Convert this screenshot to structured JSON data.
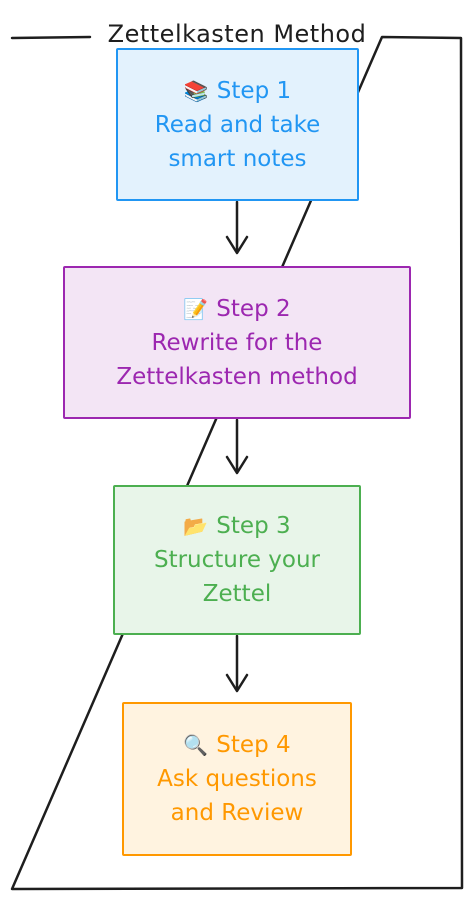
{
  "title": "Zettelkasten Method",
  "steps": [
    {
      "id": "step1",
      "icon": "books-icon",
      "glyph": "📚",
      "heading": "Step 1",
      "lines": [
        "Read and take",
        "smart notes"
      ],
      "stroke": "#2196f3",
      "fill": "#e3f2fd",
      "text": "#2196f3"
    },
    {
      "id": "step2",
      "icon": "memo-icon",
      "glyph": "📝",
      "heading": "Step 2",
      "lines": [
        "Rewrite for the",
        "Zettelkasten method"
      ],
      "stroke": "#9c27b0",
      "fill": "#f3e5f5",
      "text": "#9c27b0"
    },
    {
      "id": "step3",
      "icon": "folder-icon",
      "glyph": "📂",
      "heading": "Step 3",
      "lines": [
        "Structure your",
        "Zettel"
      ],
      "stroke": "#4caf50",
      "fill": "#e8f5e9",
      "text": "#4caf50"
    },
    {
      "id": "step4",
      "icon": "magnifier-icon",
      "glyph": "🔍",
      "heading": "Step 4",
      "lines": [
        "Ask questions",
        "and Review"
      ],
      "stroke": "#ff9800",
      "fill": "#fff3e0",
      "text": "#ff9800"
    }
  ],
  "colors": {
    "frame": "#1e1e1e",
    "arrow": "#1e1e1e"
  }
}
